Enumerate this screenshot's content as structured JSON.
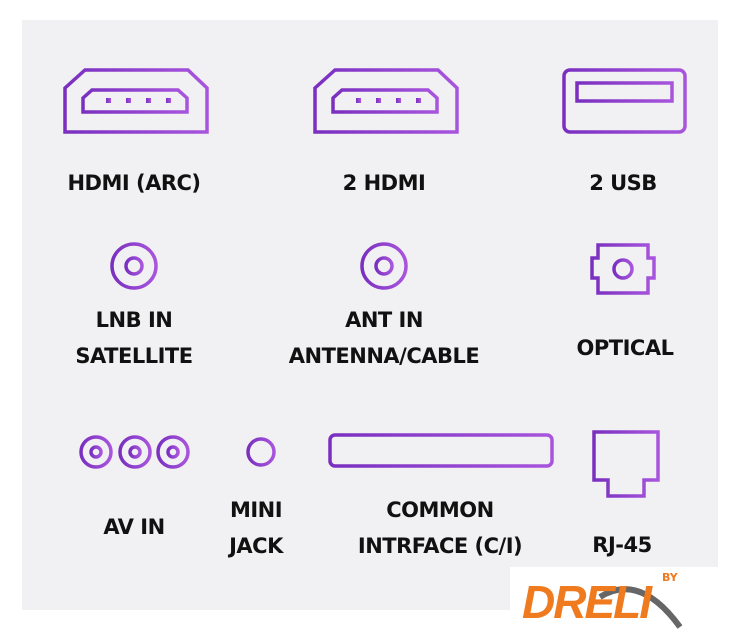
{
  "ports": [
    {
      "id": "hdmi-arc",
      "label": "HDMI (ARC)"
    },
    {
      "id": "hdmi",
      "label": "2 HDMI"
    },
    {
      "id": "usb",
      "label": "2 USB"
    },
    {
      "id": "lnb",
      "line1": "LNB IN",
      "line2": "SATELLITE"
    },
    {
      "id": "ant",
      "line1": "ANT IN",
      "line2": "ANTENNA/CABLE"
    },
    {
      "id": "optical",
      "label": "OPTICAL"
    },
    {
      "id": "av",
      "label": "AV IN"
    },
    {
      "id": "minijack",
      "line1": "MINI",
      "line2": "JACK"
    },
    {
      "id": "ci",
      "line1": "COMMON",
      "line2": "INTRFACE (C/I)"
    },
    {
      "id": "rj45",
      "label": "RJ-45"
    }
  ],
  "logo": {
    "text": "DRELI",
    "by": "BY"
  },
  "colors": {
    "accent_start": "#7a2fc0",
    "accent_end": "#a855dd",
    "logo": "#f07a1e"
  }
}
